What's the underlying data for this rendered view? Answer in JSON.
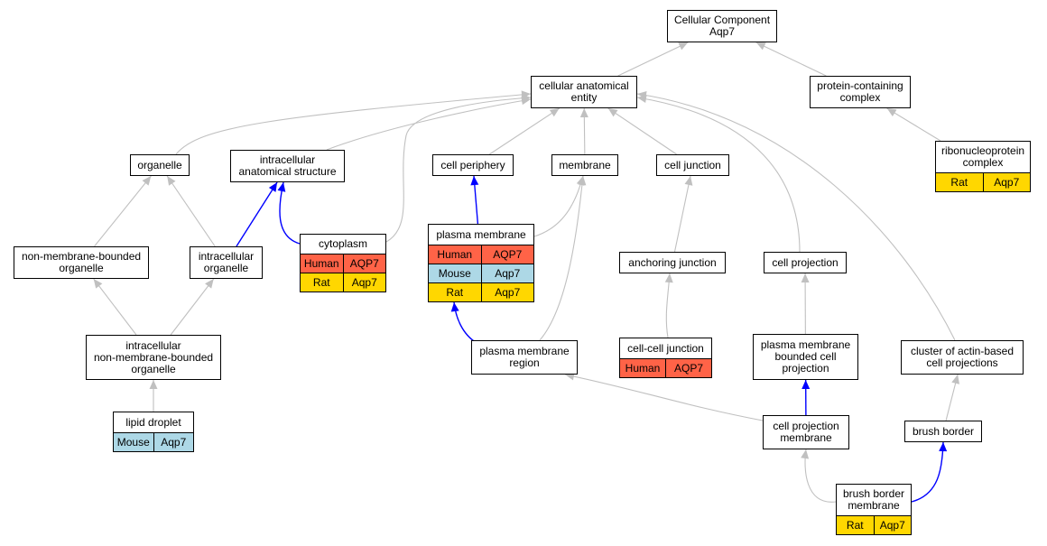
{
  "colors": {
    "human": "#ff6347",
    "mouse": "#add8e6",
    "rat": "#ffd700",
    "is_a_edge": "#c0c0c0",
    "part_of_edge": "#0000ff"
  },
  "nodes": {
    "cellular_component": {
      "label": "Cellular Component\nAqp7"
    },
    "cellular_anatomical_entity": {
      "label": "cellular anatomical\nentity"
    },
    "protein_containing_complex": {
      "label": "protein-containing\ncomplex"
    },
    "organelle": {
      "label": "organelle"
    },
    "intracellular_anatomical_structure": {
      "label": "intracellular\nanatomical structure"
    },
    "cell_periphery": {
      "label": "cell periphery"
    },
    "membrane": {
      "label": "membrane"
    },
    "cell_junction": {
      "label": "cell junction"
    },
    "ribonucleoprotein_complex": {
      "label": "ribonucleoprotein\ncomplex",
      "rows": [
        {
          "species": "Rat",
          "gene": "Aqp7",
          "color": "rat"
        }
      ]
    },
    "non_membrane_bounded_organelle": {
      "label": "non-membrane-bounded\norganelle"
    },
    "intracellular_organelle": {
      "label": "intracellular\norganelle"
    },
    "cytoplasm": {
      "label": "cytoplasm",
      "rows": [
        {
          "species": "Human",
          "gene": "AQP7",
          "color": "human"
        },
        {
          "species": "Rat",
          "gene": "Aqp7",
          "color": "rat"
        }
      ]
    },
    "plasma_membrane": {
      "label": "plasma membrane",
      "rows": [
        {
          "species": "Human",
          "gene": "AQP7",
          "color": "human"
        },
        {
          "species": "Mouse",
          "gene": "Aqp7",
          "color": "mouse"
        },
        {
          "species": "Rat",
          "gene": "Aqp7",
          "color": "rat"
        }
      ]
    },
    "anchoring_junction": {
      "label": "anchoring junction"
    },
    "cell_projection": {
      "label": "cell projection"
    },
    "intracellular_non_membrane_bounded_organelle": {
      "label": "intracellular\nnon-membrane-bounded\norganelle"
    },
    "plasma_membrane_region": {
      "label": "plasma membrane\nregion"
    },
    "cell_cell_junction": {
      "label": "cell-cell junction",
      "rows": [
        {
          "species": "Human",
          "gene": "AQP7",
          "color": "human"
        }
      ]
    },
    "plasma_membrane_bounded_cell_projection": {
      "label": "plasma membrane\nbounded cell\nprojection"
    },
    "cluster_of_actin_based_cell_projections": {
      "label": "cluster of actin-based\ncell projections"
    },
    "lipid_droplet": {
      "label": "lipid droplet",
      "rows": [
        {
          "species": "Mouse",
          "gene": "Aqp7",
          "color": "mouse"
        }
      ]
    },
    "cell_projection_membrane": {
      "label": "cell projection\nmembrane"
    },
    "brush_border": {
      "label": "brush border"
    },
    "brush_border_membrane": {
      "label": "brush border\nmembrane",
      "rows": [
        {
          "species": "Rat",
          "gene": "Aqp7",
          "color": "rat"
        }
      ]
    }
  },
  "edges": [
    {
      "from": "cellular_anatomical_entity",
      "to": "cellular_component",
      "type": "is_a"
    },
    {
      "from": "protein_containing_complex",
      "to": "cellular_component",
      "type": "is_a"
    },
    {
      "from": "organelle",
      "to": "cellular_anatomical_entity",
      "type": "is_a"
    },
    {
      "from": "intracellular_anatomical_structure",
      "to": "cellular_anatomical_entity",
      "type": "is_a"
    },
    {
      "from": "cytoplasm",
      "to": "cellular_anatomical_entity",
      "type": "is_a"
    },
    {
      "from": "cell_periphery",
      "to": "cellular_anatomical_entity",
      "type": "is_a"
    },
    {
      "from": "membrane",
      "to": "cellular_anatomical_entity",
      "type": "is_a"
    },
    {
      "from": "cell_junction",
      "to": "cellular_anatomical_entity",
      "type": "is_a"
    },
    {
      "from": "cell_projection",
      "to": "cellular_anatomical_entity",
      "type": "is_a"
    },
    {
      "from": "cluster_of_actin_based_cell_projections",
      "to": "cellular_anatomical_entity",
      "type": "is_a"
    },
    {
      "from": "ribonucleoprotein_complex",
      "to": "protein_containing_complex",
      "type": "is_a"
    },
    {
      "from": "non_membrane_bounded_organelle",
      "to": "organelle",
      "type": "is_a"
    },
    {
      "from": "intracellular_organelle",
      "to": "organelle",
      "type": "is_a"
    },
    {
      "from": "intracellular_organelle",
      "to": "intracellular_anatomical_structure",
      "type": "part_of"
    },
    {
      "from": "cytoplasm",
      "to": "intracellular_anatomical_structure",
      "type": "part_of"
    },
    {
      "from": "plasma_membrane",
      "to": "cell_periphery",
      "type": "part_of"
    },
    {
      "from": "plasma_membrane",
      "to": "membrane",
      "type": "is_a"
    },
    {
      "from": "plasma_membrane_region",
      "to": "membrane",
      "type": "is_a"
    },
    {
      "from": "plasma_membrane_region",
      "to": "plasma_membrane",
      "type": "part_of"
    },
    {
      "from": "anchoring_junction",
      "to": "cell_junction",
      "type": "is_a"
    },
    {
      "from": "cell_cell_junction",
      "to": "anchoring_junction",
      "type": "is_a"
    },
    {
      "from": "intracellular_non_membrane_bounded_organelle",
      "to": "non_membrane_bounded_organelle",
      "type": "is_a"
    },
    {
      "from": "intracellular_non_membrane_bounded_organelle",
      "to": "intracellular_organelle",
      "type": "is_a"
    },
    {
      "from": "lipid_droplet",
      "to": "intracellular_non_membrane_bounded_organelle",
      "type": "is_a"
    },
    {
      "from": "plasma_membrane_bounded_cell_projection",
      "to": "cell_projection",
      "type": "is_a"
    },
    {
      "from": "cell_projection_membrane",
      "to": "plasma_membrane_bounded_cell_projection",
      "type": "part_of"
    },
    {
      "from": "cell_projection_membrane",
      "to": "plasma_membrane_region",
      "type": "is_a"
    },
    {
      "from": "brush_border",
      "to": "cluster_of_actin_based_cell_projections",
      "type": "is_a"
    },
    {
      "from": "brush_border_membrane",
      "to": "cell_projection_membrane",
      "type": "is_a"
    },
    {
      "from": "brush_border_membrane",
      "to": "brush_border",
      "type": "part_of"
    }
  ]
}
